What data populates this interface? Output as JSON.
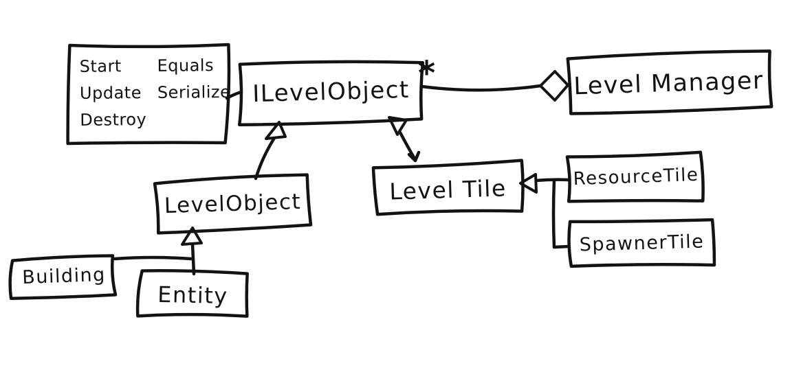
{
  "diagram": {
    "ink_color": "#131313",
    "background_color": "#ffffff",
    "methods_note": {
      "column1": [
        "Start",
        "Update",
        "Destroy"
      ],
      "column2": [
        "Equals",
        "Serialize"
      ]
    },
    "classes": {
      "ilevelobject": "ILevelObject",
      "levelmanager": "Level Manager",
      "levelobject": "LevelObject",
      "leveltile": "Level Tile",
      "resourcetile": "ResourceTile",
      "spawnertile": "SpawnerTile",
      "building": "Building",
      "entity": "Entity"
    },
    "multiplicity_star": "*",
    "relationships": [
      {
        "from": "ILevelObject",
        "to": "Level Manager",
        "type": "aggregation",
        "multiplicity": "*"
      },
      {
        "from": "LevelObject",
        "to": "ILevelObject",
        "type": "inheritance"
      },
      {
        "from": "Level Tile",
        "to": "ILevelObject",
        "type": "inheritance"
      },
      {
        "from": "ResourceTile",
        "to": "Level Tile",
        "type": "inheritance"
      },
      {
        "from": "SpawnerTile",
        "to": "Level Tile",
        "type": "inheritance"
      },
      {
        "from": "Building",
        "to": "LevelObject",
        "type": "inheritance"
      },
      {
        "from": "Entity",
        "to": "LevelObject",
        "type": "inheritance"
      }
    ]
  }
}
